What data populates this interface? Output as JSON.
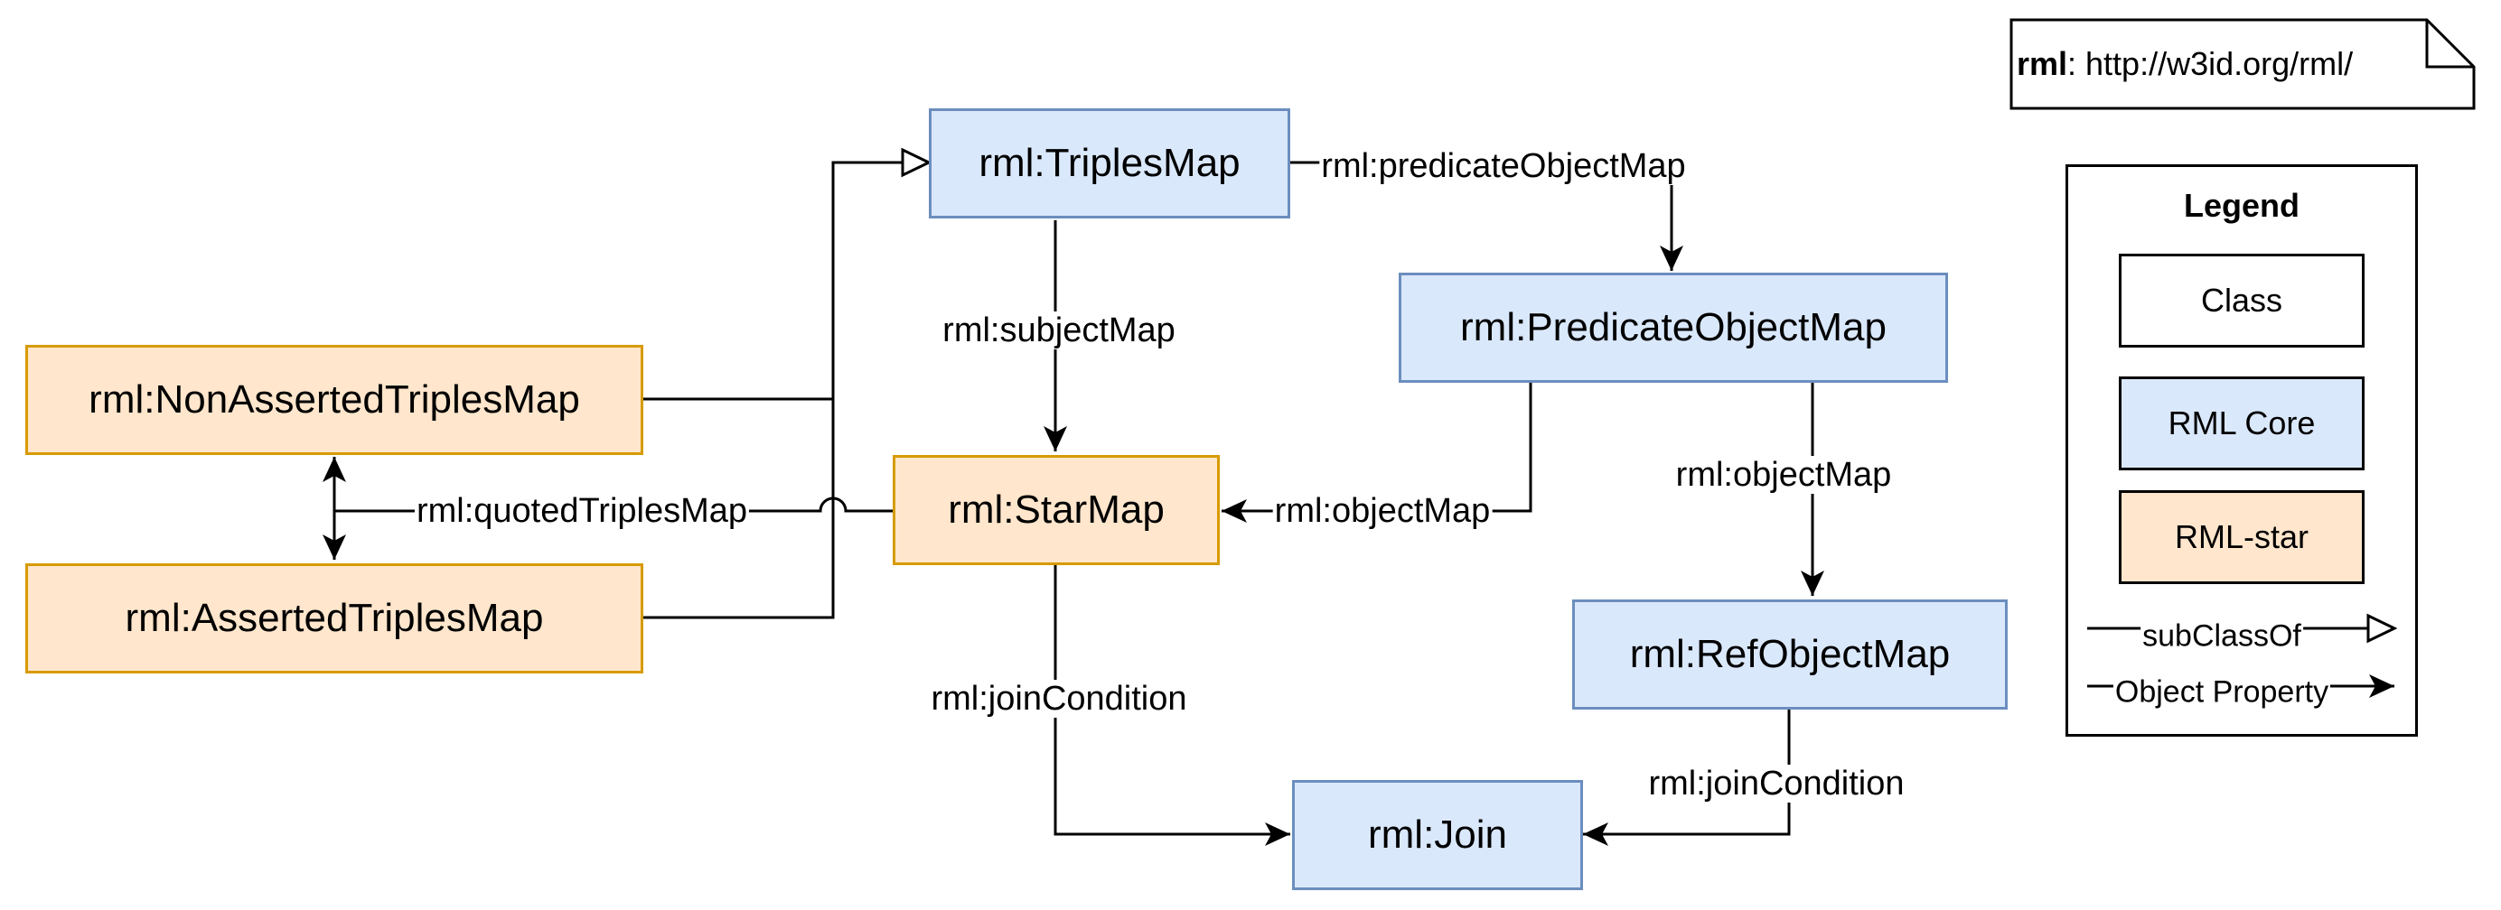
{
  "namespace": {
    "prefix": "rml",
    "uri": ": http://w3id.org/rml/"
  },
  "nodes": {
    "triples_map": "rml:TriplesMap",
    "predicate_object_map": "rml:PredicateObjectMap",
    "non_asserted_triples_map": "rml:NonAssertedTriplesMap",
    "star_map": "rml:StarMap",
    "asserted_triples_map": "rml:AssertedTriplesMap",
    "ref_object_map": "rml:RefObjectMap",
    "join": "rml:Join"
  },
  "edges": {
    "predicate_object_map": "rml:predicateObjectMap",
    "subject_map": "rml:subjectMap",
    "quoted_triples_map": "rml:quotedTriplesMap",
    "object_map_star": "rml:objectMap",
    "object_map_ref": "rml:objectMap",
    "join_condition_star": "rml:joinCondition",
    "join_condition_ref": "rml:joinCondition"
  },
  "legend": {
    "title": "Legend",
    "class_label": "Class",
    "core_label": "RML Core",
    "star_label": "RML-star",
    "subclass_label": "subClassOf",
    "object_property_label": "Object Property"
  },
  "colors": {
    "core_fill": "#dae8fc",
    "core_stroke": "#6c8ebf",
    "star_fill": "#ffe6cc",
    "star_stroke": "#d79b00"
  }
}
